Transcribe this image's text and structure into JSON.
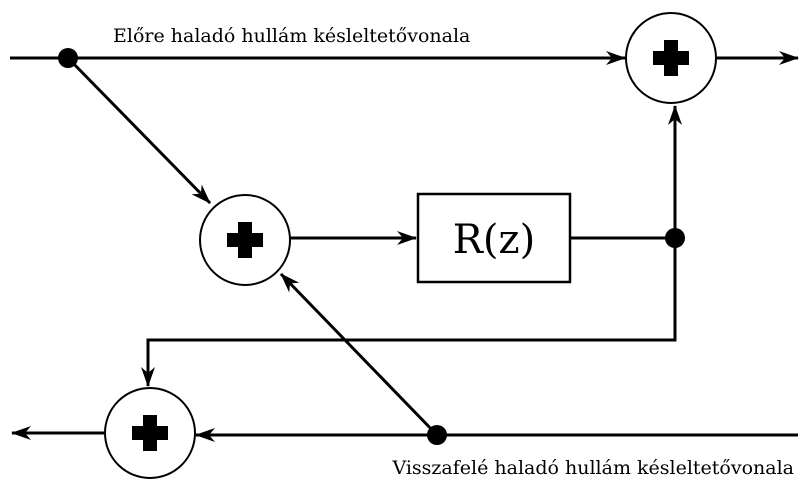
{
  "labels": {
    "forward_line": "Előre haladó hullám késleltetővonala",
    "backward_line": "Visszafelé haladó hullám késleltetővonala"
  },
  "blocks": {
    "filter": "R(z)"
  },
  "colors": {
    "stroke": "#000000",
    "background": "#ffffff"
  },
  "icons": {
    "adder": "plus-icon",
    "junction": "dot-junction"
  }
}
